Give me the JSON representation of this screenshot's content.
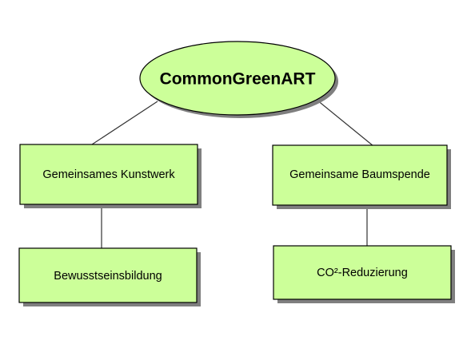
{
  "diagram": {
    "root": {
      "label": "CommonGreenART"
    },
    "branches": [
      {
        "label": "Gemeinsames Kunstwerk",
        "child": {
          "label": "Bewusstseinsbildung"
        }
      },
      {
        "label": "Gemeinsame Baumspende",
        "child": {
          "label": "CO²-Reduzierung"
        }
      }
    ],
    "colors": {
      "node_fill": "#ccff99",
      "node_border": "#000000",
      "shadow": "#7f7f7f",
      "connector": "#333333"
    }
  }
}
